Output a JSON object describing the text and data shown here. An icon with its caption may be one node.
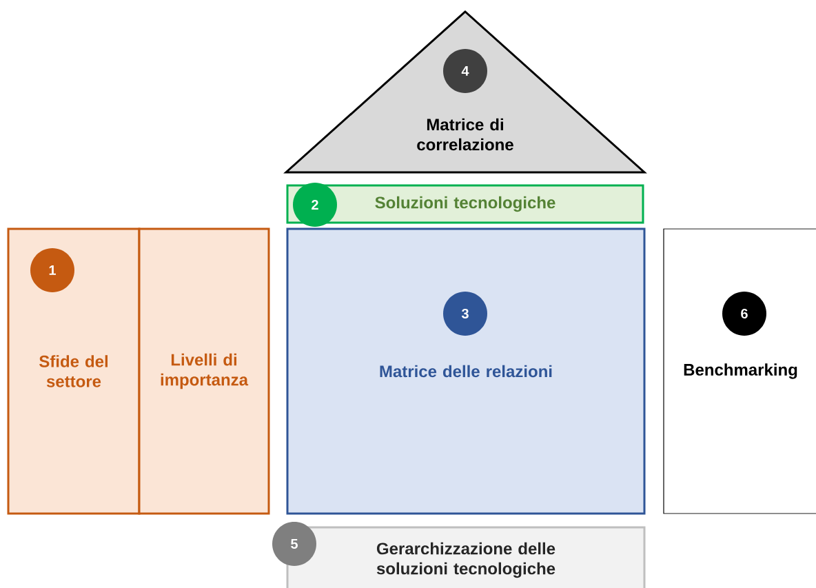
{
  "diagram": {
    "nodes": [
      {
        "text": [
          "Matrice di correlazione"
        ]
      },
      {
        "text": [
          "4"
        ],
        "in": 0
      },
      {
        "text": [
          "Soluzioni tecnologiche"
        ]
      },
      {
        "text": [
          "2"
        ]
      },
      {
        "text": [
          "Sfide del settore"
        ]
      },
      {
        "text": [
          "1"
        ],
        "in": 4
      },
      {
        "text": [
          "Livelli di importanza"
        ]
      },
      {
        "text": [
          "Matrice delle relazioni"
        ]
      },
      {
        "text": [
          "3"
        ],
        "in": 7
      },
      {
        "text": [
          "Benchmarking"
        ]
      },
      {
        "text": [
          "6"
        ],
        "in": 9
      },
      {
        "text": [
          "Gerarchizzazione delle soluzioni tecnologiche"
        ]
      },
      {
        "text": [
          "5"
        ]
      }
    ]
  }
}
